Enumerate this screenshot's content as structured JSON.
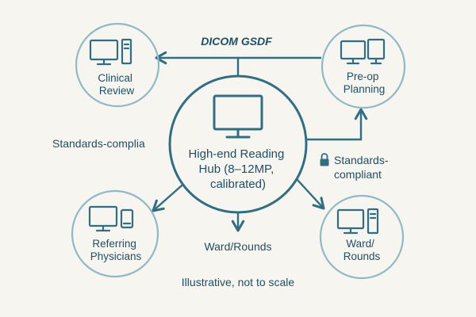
{
  "hub": {
    "label_lines": [
      "High-end Reading",
      "Hub (8–12MP,",
      "calibrated)"
    ],
    "icon": "monitor-icon"
  },
  "nodes": {
    "clinical_review": {
      "label_lines": [
        "Clinical",
        "Review"
      ],
      "icon": "workstation-tower-icon"
    },
    "preop_planning": {
      "label_lines": [
        "Pre-op",
        "Planning"
      ],
      "icon": "dual-monitor-icon"
    },
    "referring_physicians": {
      "label_lines": [
        "Referring",
        "Physicians"
      ],
      "icon": "monitor-with-phone-icon"
    },
    "ward_rounds": {
      "label_lines": [
        "Ward/",
        "Rounds"
      ],
      "icon": "workstation-tower-icon"
    }
  },
  "edge_labels": {
    "top": "DICOM GSDF",
    "left": "Standards-complia",
    "right": [
      "Standards-",
      "compliant"
    ],
    "bottom": "Ward/Rounds",
    "right_icon": "lock-icon"
  },
  "footer_note": "Illustrative, not to scale",
  "colors": {
    "ink": "#2f6f86",
    "text": "#1f4f63",
    "ring": "#8fb9c6",
    "background": "#f7f5ef"
  }
}
